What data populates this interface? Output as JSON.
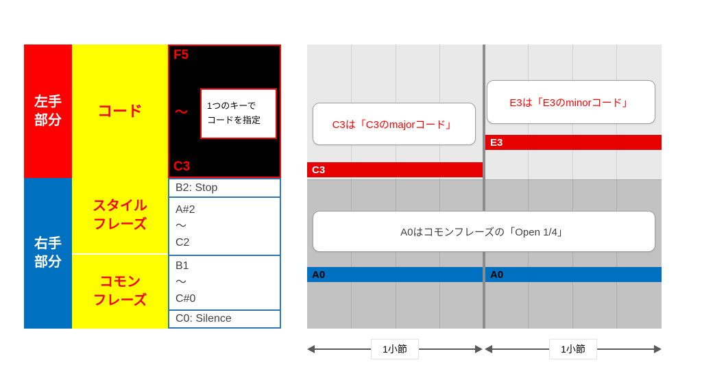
{
  "left_panel": {
    "left_hand_label": "左手\n部分",
    "chord_label": "コード",
    "chord_range_top": "F5",
    "chord_range_tilde": "〜",
    "chord_range_bottom": "C3",
    "chord_key_callout": "1つのキーで\nコードを指定",
    "right_hand_label": "右手\n部分",
    "style_phrase_label": "スタイル\nフレーズ",
    "style_phrase_stop": "B2: Stop",
    "style_phrase_range": "A#2\n〜\nC2",
    "common_phrase_label": "コモン\nフレーズ",
    "common_phrase_range": "B1\n〜\nC#0",
    "common_phrase_silence": "C0: Silence"
  },
  "piano_roll": {
    "measures": [
      {
        "chord_note": "C3",
        "chord_callout": "C3は「C3のmajorコード」",
        "phrase_note": "A0",
        "length_label": "1小節"
      },
      {
        "chord_note": "E3",
        "chord_callout": "E3は「E3のminorコード」",
        "phrase_note": "A0",
        "length_label": "1小節"
      }
    ],
    "phrase_callout": "A0はコモンフレーズの「Open 1/4」"
  },
  "colors": {
    "left_hand_red": "#ff0000",
    "right_hand_blue": "#0070c0",
    "category_yellow": "#ffff00",
    "range_black": "#000000",
    "note_red": "#e60000",
    "note_blue": "#0070c0",
    "chord_lane_gray": "#e9e9e9",
    "phrase_lane_gray": "#c2c2c2"
  }
}
